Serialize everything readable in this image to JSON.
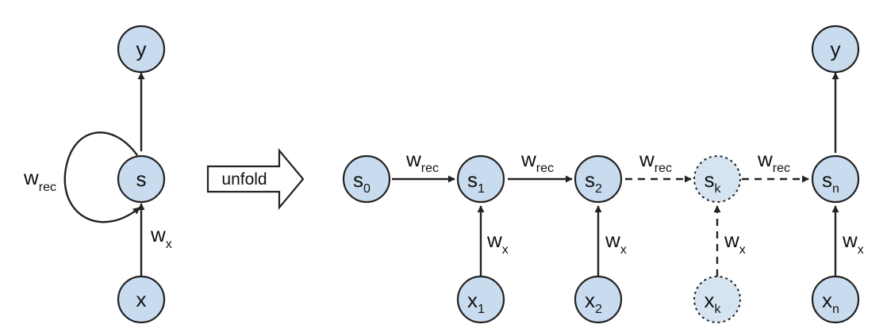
{
  "colors": {
    "node_fill": "#c9dcef",
    "stroke": "#222222"
  },
  "folded": {
    "output_node": {
      "main": "y",
      "sub": ""
    },
    "state_node": {
      "main": "s",
      "sub": ""
    },
    "input_node": {
      "main": "x",
      "sub": ""
    },
    "rec_weight": {
      "main": "w",
      "sub": "rec"
    },
    "input_weight": {
      "main": "w",
      "sub": "x"
    }
  },
  "unfold_label": "unfold",
  "unfolded": {
    "states": [
      {
        "main": "s",
        "sub": "0"
      },
      {
        "main": "s",
        "sub": "1"
      },
      {
        "main": "s",
        "sub": "2"
      },
      {
        "main": "s",
        "sub": "k"
      },
      {
        "main": "s",
        "sub": "n"
      }
    ],
    "inputs": [
      {
        "main": "x",
        "sub": "1"
      },
      {
        "main": "x",
        "sub": "2"
      },
      {
        "main": "x",
        "sub": "k"
      },
      {
        "main": "x",
        "sub": "n"
      }
    ],
    "output": {
      "main": "y",
      "sub": ""
    },
    "rec_weights": [
      {
        "main": "w",
        "sub": "rec"
      },
      {
        "main": "w",
        "sub": "rec"
      },
      {
        "main": "w",
        "sub": "rec"
      },
      {
        "main": "w",
        "sub": "rec"
      }
    ],
    "input_weights": [
      {
        "main": "w",
        "sub": "x"
      },
      {
        "main": "w",
        "sub": "x"
      },
      {
        "main": "w",
        "sub": "x"
      },
      {
        "main": "w",
        "sub": "x"
      }
    ]
  }
}
